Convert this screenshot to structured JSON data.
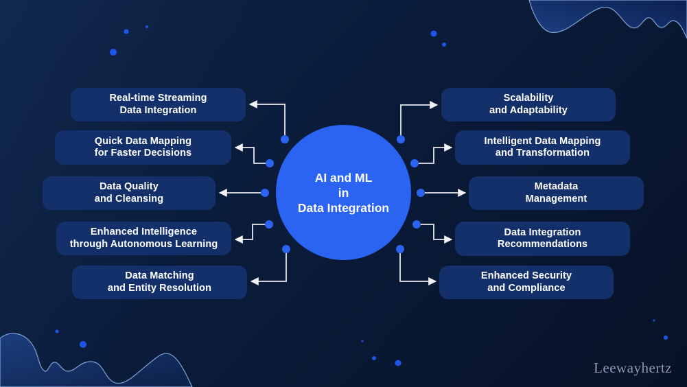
{
  "center": {
    "line1": "AI and ML",
    "line2": "in",
    "line3": "Data Integration"
  },
  "left_items": [
    {
      "line1": "Real-time Streaming",
      "line2": "Data Integration"
    },
    {
      "line1": "Quick Data Mapping",
      "line2": "for Faster Decisions"
    },
    {
      "line1": "Data Quality",
      "line2": "and Cleansing"
    },
    {
      "line1": "Enhanced Intelligence",
      "line2": "through Autonomous Learning"
    },
    {
      "line1": "Data Matching",
      "line2": "and Entity Resolution"
    }
  ],
  "right_items": [
    {
      "line1": "Scalability",
      "line2": "and Adaptability"
    },
    {
      "line1": "Intelligent Data Mapping",
      "line2": "and Transformation"
    },
    {
      "line1": "Metadata",
      "line2": "Management"
    },
    {
      "line1": "Data Integration",
      "line2": "Recommendations"
    },
    {
      "line1": "Enhanced Security",
      "line2": "and Compliance"
    }
  ],
  "watermark": "Leewayhertz",
  "colors": {
    "bg_top": "#0e2243",
    "bg_bottom": "#081226",
    "box_fill": "#14306b",
    "circle_fill": "#2b63f2",
    "node_dot": "#2b63f2",
    "bg_dot": "#2056e8",
    "connector": "#e9e9f0",
    "wave_stroke": "#7fa3d4",
    "watermark": "#8d99b4"
  }
}
